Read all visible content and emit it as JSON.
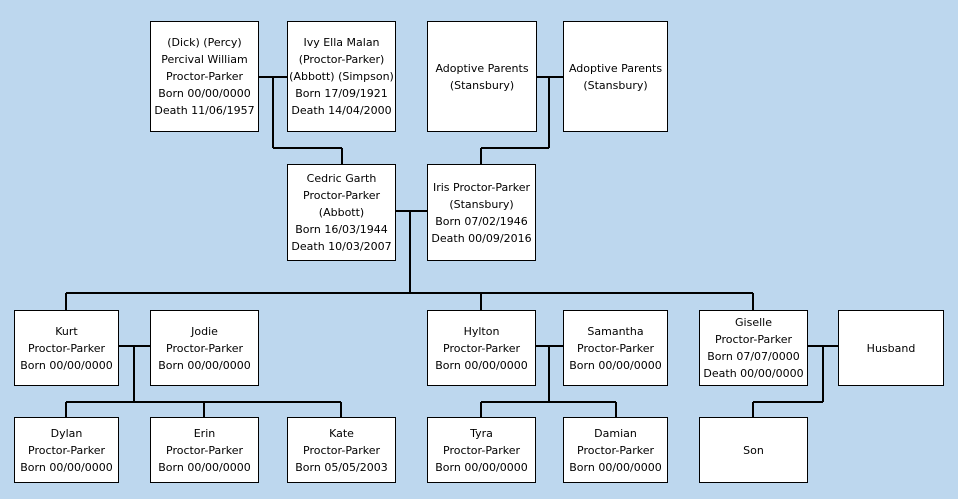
{
  "people": [
    {
      "id": "percival",
      "lines": [
        "(Dick) (Percy)",
        "Percival William",
        "Proctor-Parker",
        "Born 00/00/0000",
        "Death 11/06/1957"
      ]
    },
    {
      "id": "ivy",
      "lines": [
        "Ivy Ella Malan",
        "(Proctor-Parker)",
        "(Abbott) (Simpson)",
        "Born 17/09/1921",
        "Death 14/04/2000"
      ]
    },
    {
      "id": "adoptive-1",
      "lines": [
        "Adoptive Parents",
        "(Stansbury)"
      ]
    },
    {
      "id": "adoptive-2",
      "lines": [
        "Adoptive Parents",
        "(Stansbury)"
      ]
    },
    {
      "id": "cedric",
      "lines": [
        "Cedric Garth",
        "Proctor-Parker",
        "(Abbott)",
        "Born 16/03/1944",
        "Death 10/03/2007"
      ]
    },
    {
      "id": "iris",
      "lines": [
        "Iris Proctor-Parker",
        "(Stansbury)",
        "Born 07/02/1946",
        "Death 00/09/2016"
      ]
    },
    {
      "id": "kurt",
      "lines": [
        "Kurt",
        "Proctor-Parker",
        "Born 00/00/0000"
      ]
    },
    {
      "id": "jodie",
      "lines": [
        "Jodie",
        "Proctor-Parker",
        "Born 00/00/0000"
      ]
    },
    {
      "id": "hylton",
      "lines": [
        "Hylton",
        "Proctor-Parker",
        "Born 00/00/0000"
      ]
    },
    {
      "id": "samantha",
      "lines": [
        "Samantha",
        "Proctor-Parker",
        "Born 00/00/0000"
      ]
    },
    {
      "id": "giselle",
      "lines": [
        "Giselle",
        "Proctor-Parker",
        "Born 07/07/0000",
        "Death 00/00/0000"
      ]
    },
    {
      "id": "husband",
      "lines": [
        "Husband"
      ]
    },
    {
      "id": "dylan",
      "lines": [
        "Dylan",
        "Proctor-Parker",
        "Born 00/00/0000"
      ]
    },
    {
      "id": "erin",
      "lines": [
        "Erin",
        "Proctor-Parker",
        "Born 00/00/0000"
      ]
    },
    {
      "id": "kate",
      "lines": [
        "Kate",
        "Proctor-Parker",
        "Born 05/05/2003"
      ]
    },
    {
      "id": "tyra",
      "lines": [
        "Tyra",
        "Proctor-Parker",
        "Born 00/00/0000"
      ]
    },
    {
      "id": "damian",
      "lines": [
        "Damian",
        "Proctor-Parker",
        "Born 00/00/0000"
      ]
    },
    {
      "id": "son",
      "lines": [
        "Son"
      ]
    }
  ],
  "colors": {
    "background": "#bdd7ee",
    "box": "#ffffff",
    "line": "#000000"
  }
}
